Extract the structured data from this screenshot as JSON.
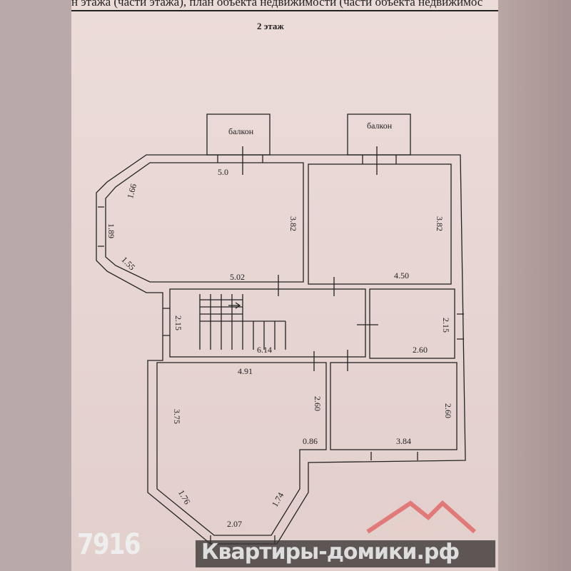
{
  "header": {
    "text": "н этажа (части этажа), план объекта недвижимости (части объекта недвижимос",
    "floor_title": "2 этаж"
  },
  "plan": {
    "balconies": [
      "балкон",
      "балкон"
    ],
    "dimensions": {
      "room1_top": "5.0",
      "room1_bay_upper": "1.66",
      "room1_bay_side": "1.89",
      "room1_bay_lower": "1.55",
      "room1_height": "3.82",
      "room1_bottom": "5.02",
      "room2_height": "3.82",
      "room2_bottom": "4.50",
      "hall_left": "2.15",
      "hall_bottom": "6.14",
      "small_room_height": "2.15",
      "small_room_bottom": "2.60",
      "room4_top": "4.91",
      "room4_left": "3.75",
      "room4_right": "2.60",
      "room4_step": "0.86",
      "room4_bay_left": "1.76",
      "room4_bay_right": "1.74",
      "room4_bay_bottom": "2.07",
      "room5_height": "2.60",
      "room5_bottom": "3.84"
    }
  },
  "watermark": {
    "lot_number": "7916",
    "brand": "Квартиры-домики.рф",
    "logo_color": "#e06a6a",
    "house_color": "#7ac043"
  }
}
